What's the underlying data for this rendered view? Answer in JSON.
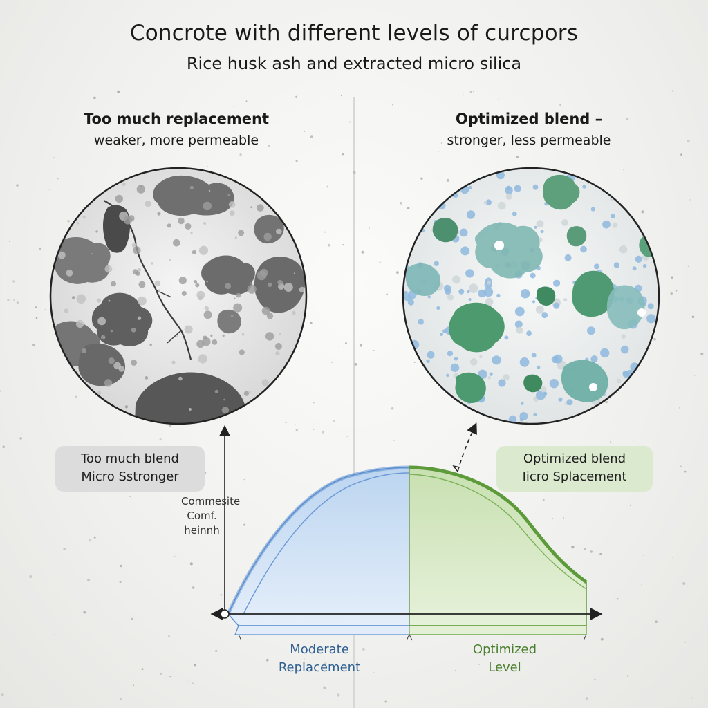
{
  "title": "Concrote with different levels of curcpors",
  "subtitle": "Rice husk ash and extracted micro silica",
  "left_panel": {
    "heading": "Too much replacement",
    "subheading": "weaker, more permeable",
    "tag_lines": [
      "Too much blend",
      "Micro Sstronger"
    ]
  },
  "right_panel": {
    "heading": "Optimized blend –",
    "subheading": "stronger, less permeable",
    "tag_lines": [
      "Optimized blend",
      "Iicro Splacement"
    ]
  },
  "chart": {
    "y_label_lines": [
      "Commesite",
      "Comf. heinnh"
    ],
    "x_caption_left": [
      "Moderate",
      "Replacement"
    ],
    "x_caption_right": [
      "Optimized",
      "Level"
    ]
  },
  "colors": {
    "blue_fill": "#cfe2f5",
    "blue_edge": "#5c8fd0",
    "green_fill": "#d6e8c4",
    "green_edge": "#5c9a3a",
    "aggregate_gray": "#6e6e6e",
    "aggregate_green": "#4f9a73",
    "pore_blue": "#8fb8de"
  }
}
